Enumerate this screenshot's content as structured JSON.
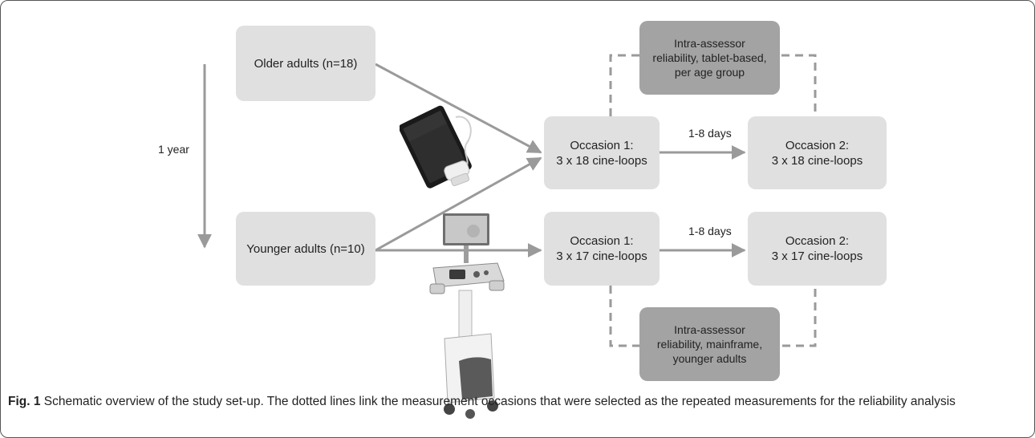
{
  "diagram": {
    "time_label": "1 year",
    "boxes": {
      "older_adults": "Older adults (n=18)",
      "younger_adults": "Younger adults (n=10)",
      "occasion1_top": [
        "Occasion 1:",
        "3 x 18 cine-loops"
      ],
      "occasion2_top": [
        "Occasion 2:",
        "3 x 18 cine-loops"
      ],
      "occasion1_bottom": [
        "Occasion 1:",
        "3 x 17 cine-loops"
      ],
      "occasion2_bottom": [
        "Occasion 2:",
        "3 x 17 cine-loops"
      ],
      "reliability_tablet": [
        "Intra-assessor",
        "reliability, tablet-based,",
        "per age group"
      ],
      "reliability_mainframe": [
        "Intra-assessor",
        "reliability, mainframe,",
        "younger adults"
      ]
    },
    "interval_top": "1-8 days",
    "interval_bottom": "1-8 days",
    "colors": {
      "box_light": "#e0e0e0",
      "box_dark": "#a3a3a3",
      "arrow": "#9a9a9a",
      "dashed": "#9a9a9a"
    }
  },
  "caption": {
    "label": "Fig. 1",
    "text": "Schematic overview of the study set-up. The dotted lines link the measurement occasions that were selected as the repeated measurements for the reliability analysis"
  }
}
